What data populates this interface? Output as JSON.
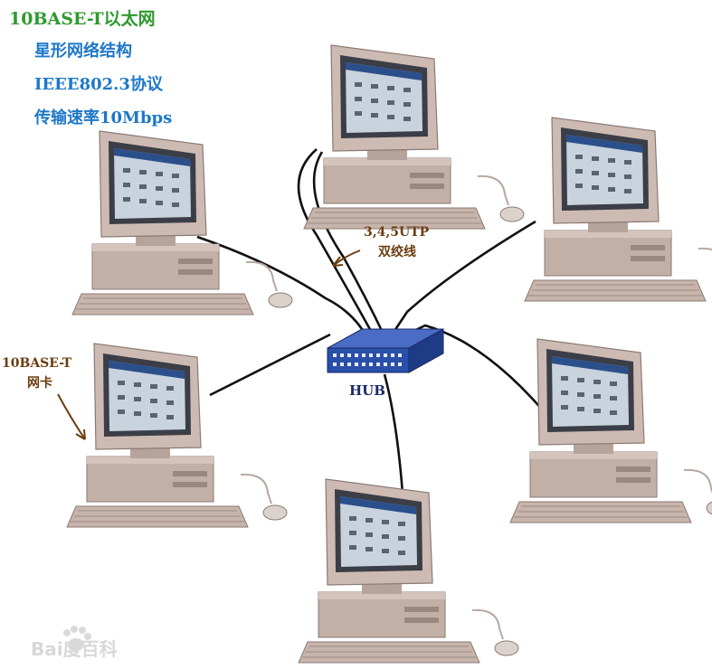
{
  "title": "10BASE-T以太网",
  "topology": "星形网络结构",
  "protocol": "IEEE802.3协议",
  "rate": "传输速率10Mbps",
  "cable_line1": "3,4,5UTP",
  "cable_line2": "双绞线",
  "nic_line1": "10BASE-T",
  "nic_line2": "网卡",
  "hub_label": "HUB",
  "watermark": "Bai度百科",
  "colors": {
    "title_green": "#2e9a2e",
    "heading_blue": "#1e78c8",
    "annotation_brown": "#6b3d10",
    "cable": "#111111",
    "hub_blue": "#2a4fa8",
    "computer_beige": "#c8b6ad"
  }
}
